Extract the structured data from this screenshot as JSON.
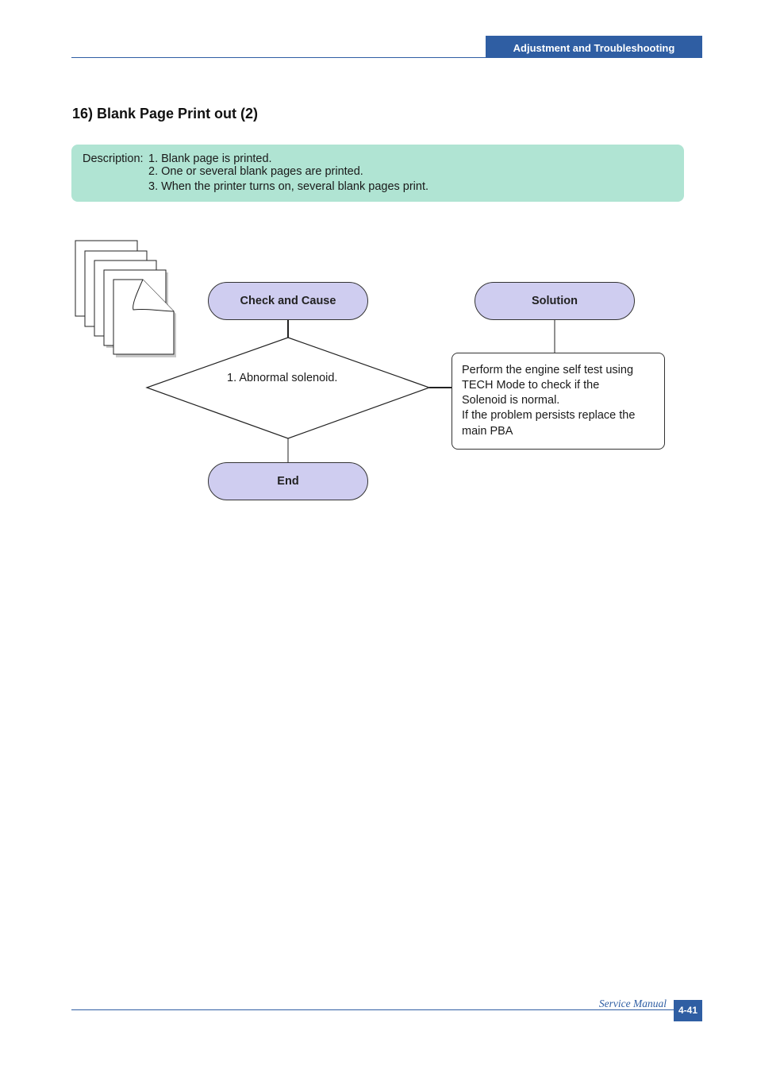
{
  "header": {
    "section": "Adjustment and Troubleshooting"
  },
  "title": "16) Blank Page Print out (2)",
  "description": {
    "label": "Description:",
    "items": [
      "1. Blank page is printed.",
      "2. One or several blank pages are printed.",
      "3. When the printer turns on, several blank pages print."
    ]
  },
  "flowchart": {
    "check_label": "Check and Cause",
    "solution_label": "Solution",
    "cause": "1. Abnormal solenoid.",
    "solution_lines": [
      "Perform the engine self test using",
      "TECH Mode to check if the",
      "Solenoid is normal.",
      "If the problem persists replace the",
      "main PBA"
    ],
    "end_label": "End"
  },
  "footer": {
    "label": "Service Manual",
    "page": "4-41"
  }
}
